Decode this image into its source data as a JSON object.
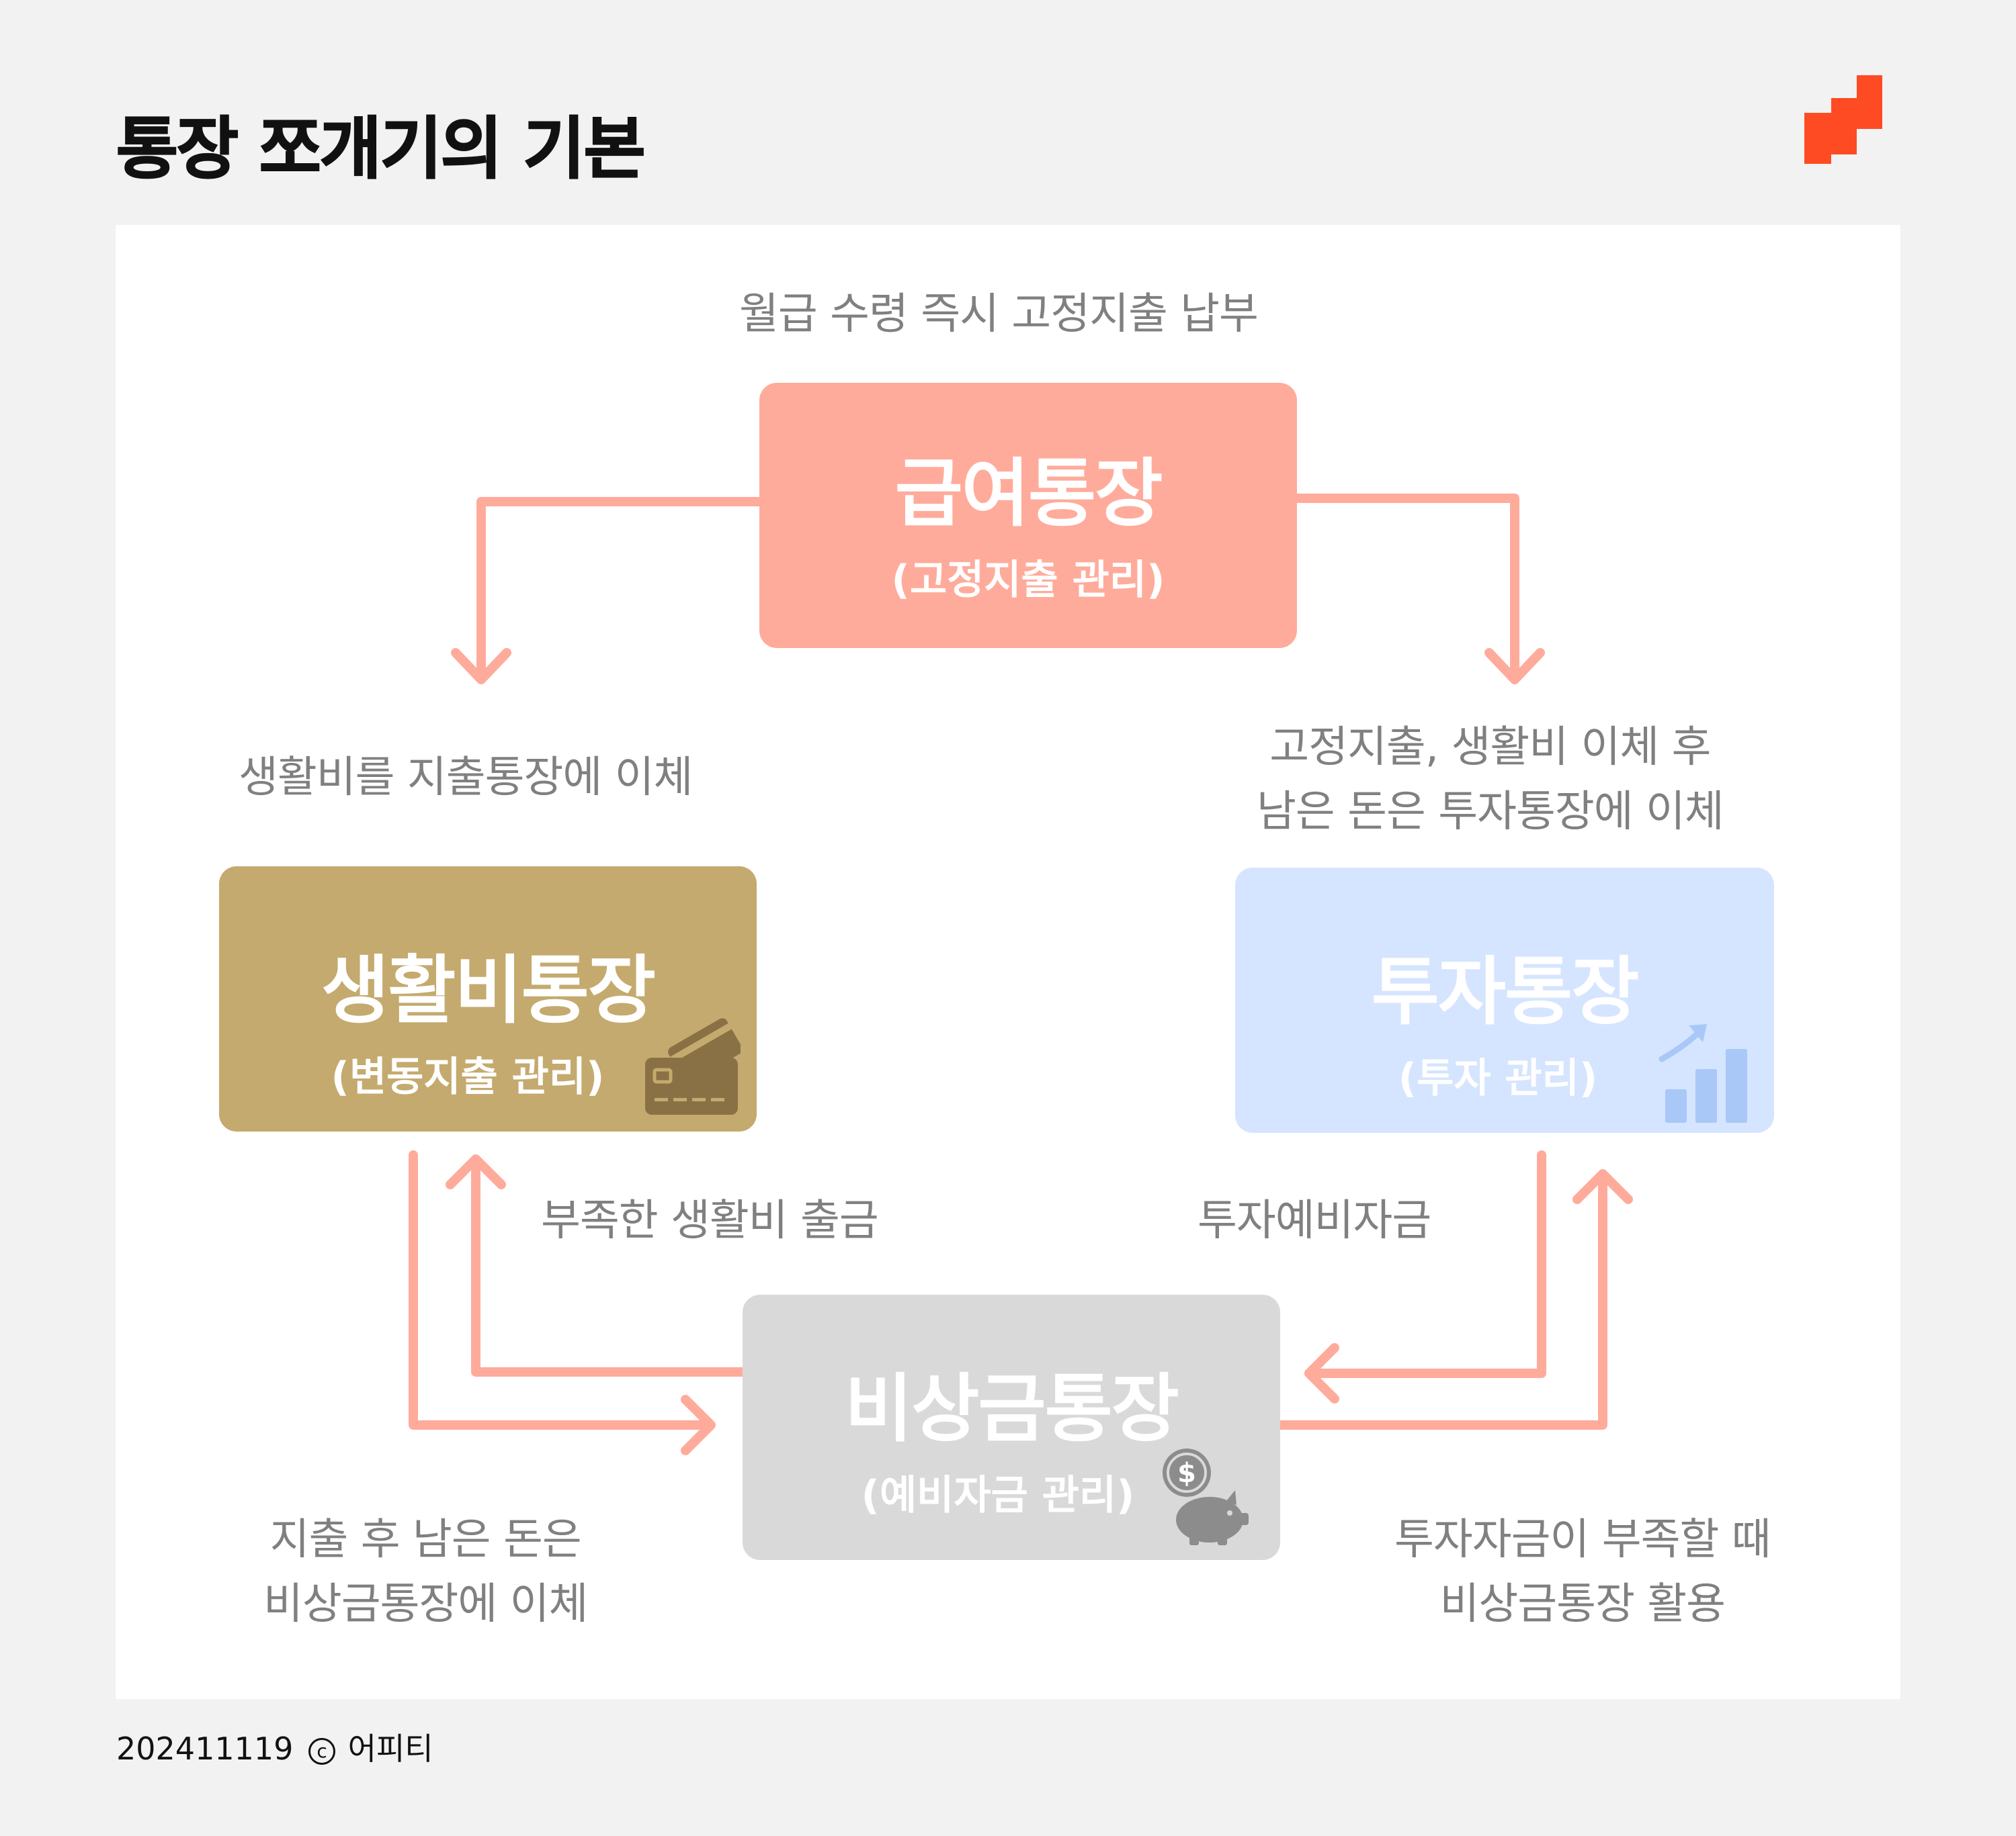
{
  "header": {
    "title": "통장 쪼개기의 기본"
  },
  "diagram": {
    "top_note": "월급 수령 즉시 고정지출 납부",
    "salary_account": {
      "title": "급여통장",
      "subtitle": "(고정지출 관리)",
      "color": "#ffab9b"
    },
    "living_account": {
      "title": "생활비통장",
      "subtitle": "(변동지출 관리)",
      "color": "#c4aa6e",
      "icon": "credit-card-icon"
    },
    "invest_account": {
      "title": "투자통장",
      "subtitle": "(투자 관리)",
      "color": "#d5e5ff",
      "icon": "growth-chart-icon"
    },
    "emergency_account": {
      "title": "비상금통장",
      "subtitle": "(예비자금 관리)",
      "color": "#d9d9d9",
      "icon": "piggy-bank-icon"
    },
    "labels": {
      "to_living": "생활비를 지출통장에 이체",
      "to_invest_line1": "고정지출, 생활비 이체 후",
      "to_invest_line2": "남은 돈은 투자통장에 이체",
      "emergency_to_living": "부족한 생활비  출금",
      "invest_to_emergency": "투자예비자금",
      "living_to_emergency_line1": "지출 후 남은 돈은",
      "living_to_emergency_line2": "비상금통장에 이체",
      "emergency_to_invest_line1": "투자자금이 부족할 때",
      "emergency_to_invest_line2": "비상금통장 활용"
    },
    "arrow_color": "#ffab9b"
  },
  "footer": {
    "date": "202411119",
    "copyright_symbol": "c",
    "brand": "어피티"
  },
  "brand_color": "#ff4b23"
}
